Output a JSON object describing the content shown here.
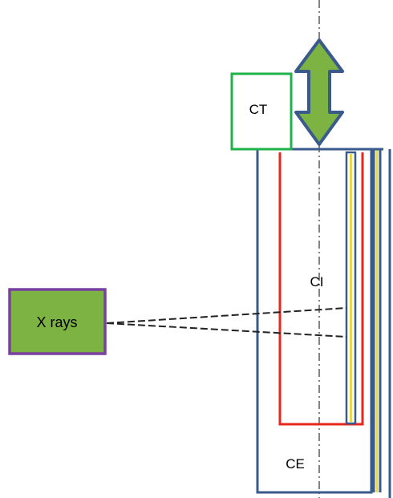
{
  "labels": {
    "ct": "CT",
    "ci": "CI",
    "ce": "CE",
    "xrays": "X rays"
  },
  "colors": {
    "outer_container": "#3a5a8c",
    "inner_container": "#e8261c",
    "ct_border": "#1fb24a",
    "arrow_fill": "#7cb342",
    "arrow_stroke": "#3a5a8c",
    "xray_fill": "#7cb342",
    "xray_border": "#7a3fa0",
    "yellow_layer": "#e8d84a"
  }
}
